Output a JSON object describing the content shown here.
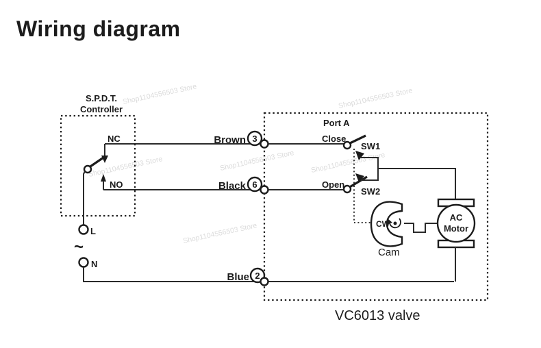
{
  "title": "Wiring diagram",
  "watermark": "Shop1104556503 Store",
  "controller": {
    "name_line1": "S.P.D.T.",
    "name_line2": "Controller",
    "nc_label": "NC",
    "no_label": "NO",
    "live_label": "L",
    "neutral_label": "N",
    "ac_symbol": "~"
  },
  "wires": {
    "brown": {
      "label": "Brown",
      "terminal_no": "3"
    },
    "black": {
      "label": "Black",
      "terminal_no": "6"
    },
    "blue": {
      "label": "Blue",
      "terminal_no": "2"
    }
  },
  "valve": {
    "name": "VC6013 valve",
    "port_label": "Port A",
    "close_label": "Close",
    "open_label": "Open",
    "sw1_label": "SW1",
    "sw2_label": "SW2",
    "cw_label": "CW",
    "cam_label": "Cam",
    "motor_line1": "AC",
    "motor_line2": "Motor"
  },
  "colors": {
    "line": "#1c1c1c",
    "background": "#ffffff",
    "watermark": "#c4c4c4"
  }
}
